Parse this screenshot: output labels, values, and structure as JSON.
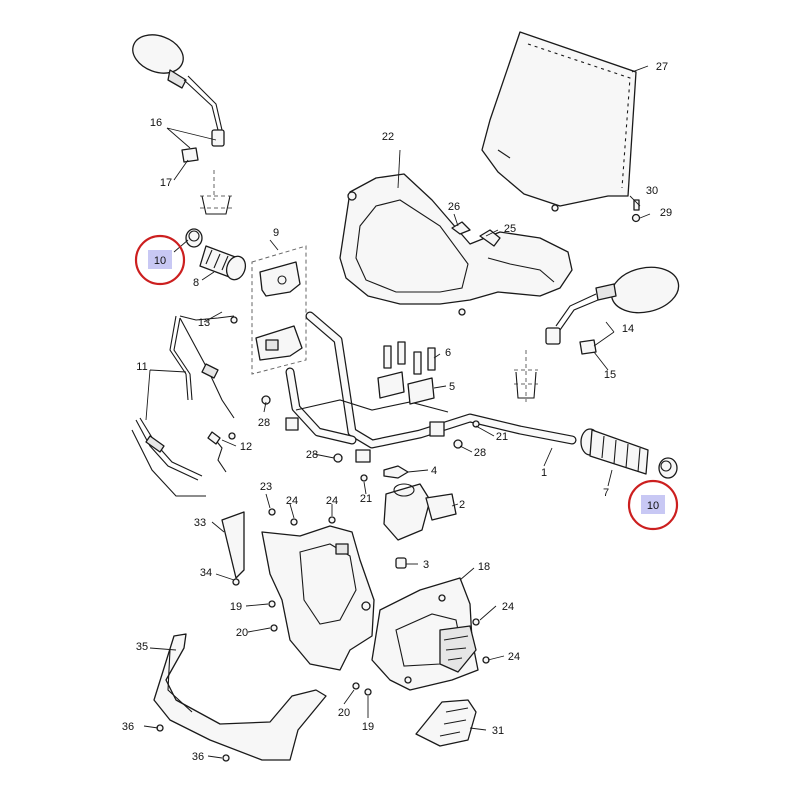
{
  "diagram": {
    "callouts": {
      "c1": "1",
      "c2": "2",
      "c3": "3",
      "c4": "4",
      "c5": "5",
      "c6": "6",
      "c7": "7",
      "c8": "8",
      "c9": "9",
      "c10_left": "10",
      "c10_right": "10",
      "c11": "11",
      "c12": "12",
      "c13": "13",
      "c14": "14",
      "c15": "15",
      "c16": "16",
      "c17": "17",
      "c18": "18",
      "c19_a": "19",
      "c19_b": "19",
      "c20_a": "20",
      "c20_b": "20",
      "c21_a": "21",
      "c21_b": "21",
      "c22": "22",
      "c23": "23",
      "c24_a": "24",
      "c24_b": "24",
      "c24_c": "24",
      "c24_d": "24",
      "c25": "25",
      "c26": "26",
      "c27": "27",
      "c28_a": "28",
      "c28_b": "28",
      "c28_c": "28",
      "c29": "29",
      "c30": "30",
      "c31": "31",
      "c33": "33",
      "c34": "34",
      "c35": "35",
      "c36_a": "36",
      "c36_b": "36"
    },
    "highlight": {
      "circle_color": "#cc1f1f",
      "label_bg": "#c8c8f4"
    }
  }
}
